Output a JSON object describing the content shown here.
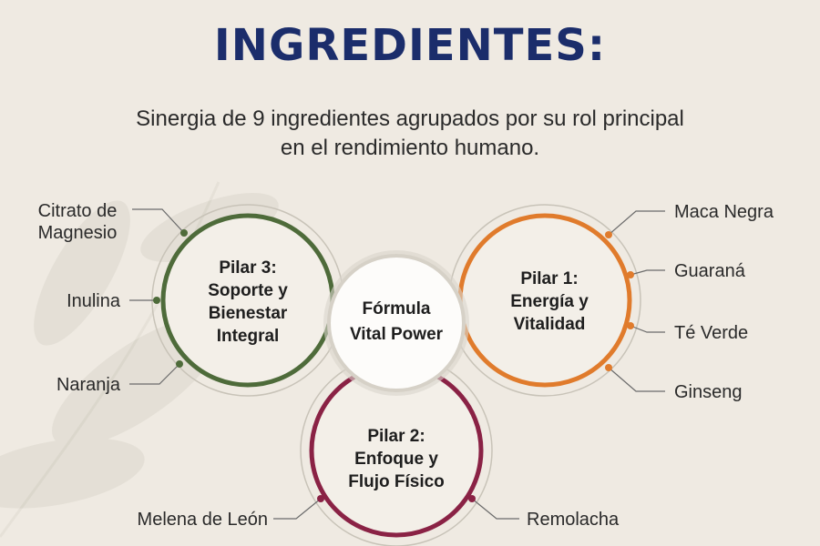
{
  "header": {
    "title": "INGREDIENTES:",
    "subtitle_lines": [
      "Sinergia de 9 ingredientes agrupados por su rol principal",
      "en el rendimiento humano."
    ]
  },
  "center": {
    "lines": [
      "Fórmula",
      "Vital Power"
    ]
  },
  "pillars": [
    {
      "id": "pilar-1",
      "lines": [
        "Pilar 1:",
        "Energía y",
        "Vitalidad"
      ],
      "color": "#e07b2c",
      "ingredients": [
        "Maca Negra",
        "Guaraná",
        "Té Verde",
        "Ginseng"
      ]
    },
    {
      "id": "pilar-2",
      "lines": [
        "Pilar 2:",
        "Enfoque y",
        "Flujo Físico"
      ],
      "color": "#8a2245",
      "ingredients": [
        "Melena de León",
        "Remolacha"
      ]
    },
    {
      "id": "pilar-3",
      "lines": [
        "Pilar 3:",
        "Soporte y",
        "Bienestar",
        "Integral"
      ],
      "color": "#4e6b3a",
      "ingredients": [
        "Citrato de Magnesio",
        "Inulina",
        "Naranja"
      ]
    }
  ]
}
